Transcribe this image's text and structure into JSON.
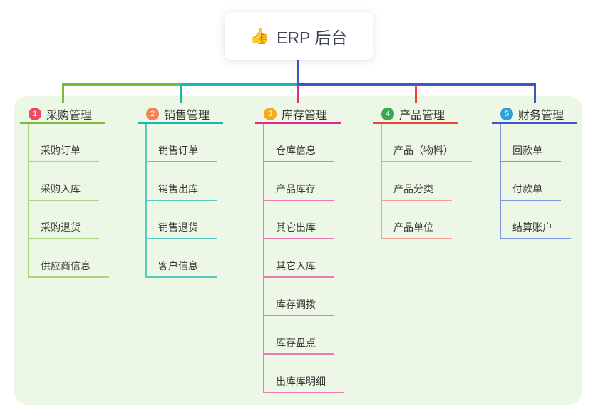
{
  "page": {
    "background": "#ffffff",
    "panel_background": "#ecf7e5"
  },
  "root": {
    "icon": "👍",
    "title": "ERP 后台",
    "line_color": "#3e56c4"
  },
  "branches": [
    {
      "number": "1",
      "label": "采购管理",
      "badge_color": "#f04a5e",
      "line_color": "#7cb93f",
      "sub_line_color": "#abd57e",
      "children": [
        "采购订单",
        "采购入库",
        "采购退货",
        "供应商信息"
      ]
    },
    {
      "number": "2",
      "label": "销售管理",
      "badge_color": "#f87e54",
      "line_color": "#19b8ac",
      "sub_line_color": "#55cbc1",
      "children": [
        "销售订单",
        "销售出库",
        "销售退货",
        "客户信息"
      ]
    },
    {
      "number": "3",
      "label": "库存管理",
      "badge_color": "#f7a823",
      "line_color": "#e02b8d",
      "sub_line_color": "#ef79b8",
      "children": [
        "仓库信息",
        "产品库存",
        "其它出库",
        "其它入库",
        "库存调拨",
        "库存盘点",
        "出库库明细"
      ]
    },
    {
      "number": "4",
      "label": "产品管理",
      "badge_color": "#38a857",
      "line_color": "#ef4238",
      "sub_line_color": "#f79b94",
      "children": [
        "产品（物料）",
        "产品分类",
        "产品单位"
      ]
    },
    {
      "number": "5",
      "label": "财务管理",
      "badge_color": "#2f9fdb",
      "line_color": "#3e56c4",
      "sub_line_color": "#7d97dd",
      "children": [
        "回款单",
        "付款单",
        "结算账户"
      ]
    }
  ]
}
